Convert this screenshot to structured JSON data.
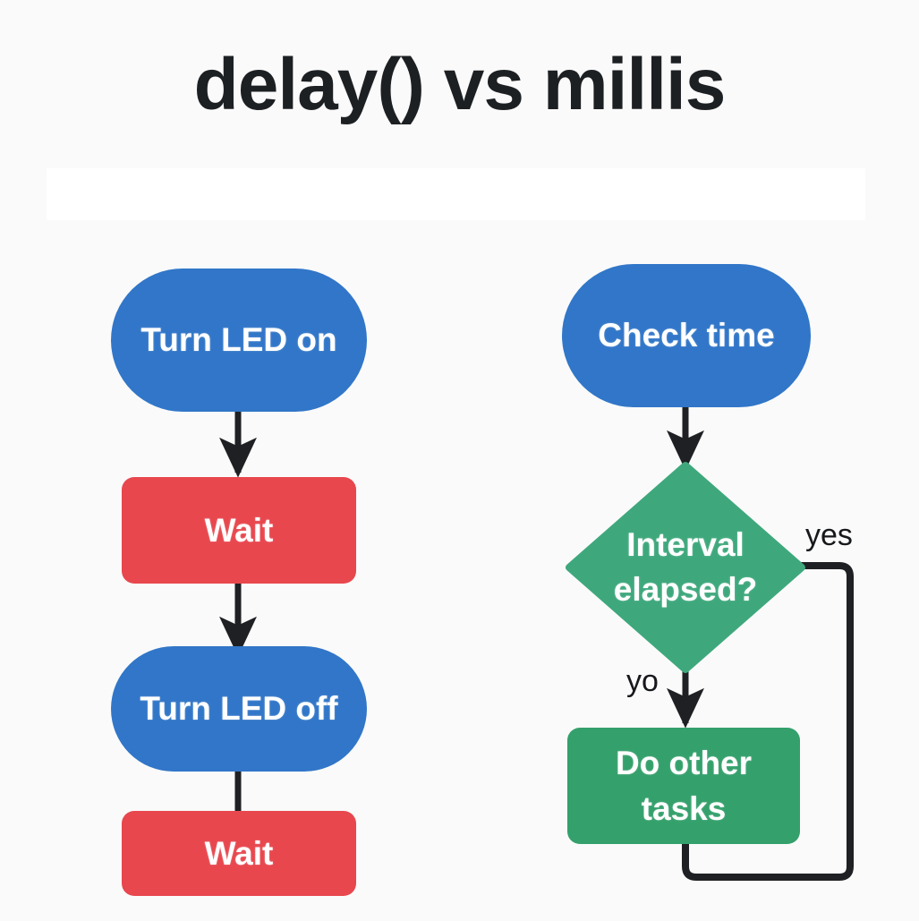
{
  "page": {
    "title": "delay() vs millis",
    "subtitle": "",
    "background_color": "#fafafa",
    "title_color": "#1d2023"
  },
  "colors": {
    "blue": "#3176c8",
    "red": "#e8474e",
    "green_diamond": "#3ea87c",
    "green_box": "#34a06b",
    "wire": "#1e2023",
    "node_text": "#ffffff",
    "edge_label_text": "#16181b"
  },
  "diagram": {
    "type": "flowchart",
    "columns": [
      {
        "name": "delay-branch",
        "nodes": [
          {
            "id": "turn-led-on",
            "label": "Turn LED on",
            "shape": "pill",
            "color": "#3176c8"
          },
          {
            "id": "wait-1",
            "label": "Wait",
            "shape": "rect",
            "color": "#e8474e"
          },
          {
            "id": "turn-led-off",
            "label": "Turn LED off",
            "shape": "pill",
            "color": "#3176c8"
          },
          {
            "id": "wait-2",
            "label": "Wait",
            "shape": "rect",
            "color": "#e8474e"
          }
        ],
        "edges": [
          {
            "from": "turn-led-on",
            "to": "wait-1",
            "label": "",
            "arrow": true
          },
          {
            "from": "wait-1",
            "to": "turn-led-off",
            "label": "",
            "arrow": true
          },
          {
            "from": "turn-led-off",
            "to": "wait-2",
            "label": "",
            "arrow": false
          }
        ]
      },
      {
        "name": "millis-branch",
        "nodes": [
          {
            "id": "check-time",
            "label": "Check time",
            "shape": "pill",
            "color": "#3176c8"
          },
          {
            "id": "interval-elapsed",
            "label": "Interval elapsed?",
            "shape": "diamond",
            "color": "#3ea87c"
          },
          {
            "id": "do-other-tasks",
            "label": "Do other tasks",
            "shape": "rect",
            "color": "#34a06b"
          }
        ],
        "edges": [
          {
            "from": "check-time",
            "to": "interval-elapsed",
            "label": "",
            "arrow": true
          },
          {
            "from": "interval-elapsed",
            "to": "do-other-tasks",
            "label": "yo",
            "arrow": true
          },
          {
            "from": "interval-elapsed",
            "to": "loop-right",
            "label": "yes",
            "arrow": false
          },
          {
            "from": "do-other-tasks",
            "to": "loop-bottom",
            "label": "",
            "arrow": false
          }
        ]
      }
    ],
    "edge_labels": {
      "yes": "yes",
      "no": "yo"
    }
  }
}
